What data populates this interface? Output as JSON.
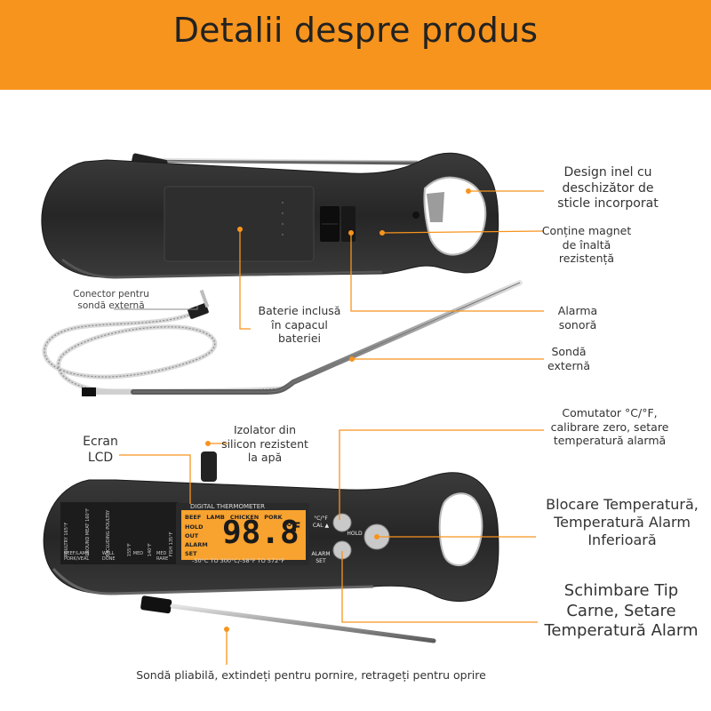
{
  "header": {
    "title": "Detalii despre produs"
  },
  "colors": {
    "accent": "#f7941d",
    "body": "#2b2b2b",
    "lcd": "#f8a22f"
  },
  "lcd": {
    "brand": "DIGITAL THERMOMETER",
    "meats": [
      "BEEF",
      "LAMB",
      "CHICKEN",
      "PORK"
    ],
    "modes": [
      "HOLD",
      "OUT",
      "ALARM",
      "SET"
    ],
    "temperature": "98.8",
    "unit": "°F",
    "range": "-50°C TO 300°C/-58°F TO 572°F"
  },
  "guide": {
    "columns": [
      "POULTRY 165°F",
      "GROUND MEAT 160°F",
      "EXCLUDING POULTRY",
      "155°F",
      "140°F",
      "FISH 135°F"
    ],
    "bottom": [
      "BEEF/LAMB PORK/VEAL",
      "WELL DONE",
      "MED",
      "MED RARE"
    ]
  },
  "buttons": {
    "cal": "°C/°F CAL ▲",
    "hold": "HOLD",
    "alarm": "ALARM SET"
  },
  "callouts": {
    "opener": "Design inel cu deschizător de sticle incorporat",
    "magnet": "Conține magnet de înaltă rezistență",
    "connector": "Conector pentru sondă externă",
    "battery": "Baterie inclusă în capacul bateriei",
    "alarm": "Alarma sonoră",
    "probe": "Sondă externă",
    "lcd": "Ecran LCD",
    "silicone": "Izolator din silicon rezistent la apă",
    "switch": "Comutator °C/°F, calibrare zero, setare temperatură alarmă",
    "lock": "Blocare Temperatură, Temperatură Alarm Inferioară",
    "meat": "Schimbare Tip Carne, Setare Temperatură Alarm",
    "foldable": "Sondă pliabilă, extindeți pentru pornire, retrageți pentru oprire"
  }
}
